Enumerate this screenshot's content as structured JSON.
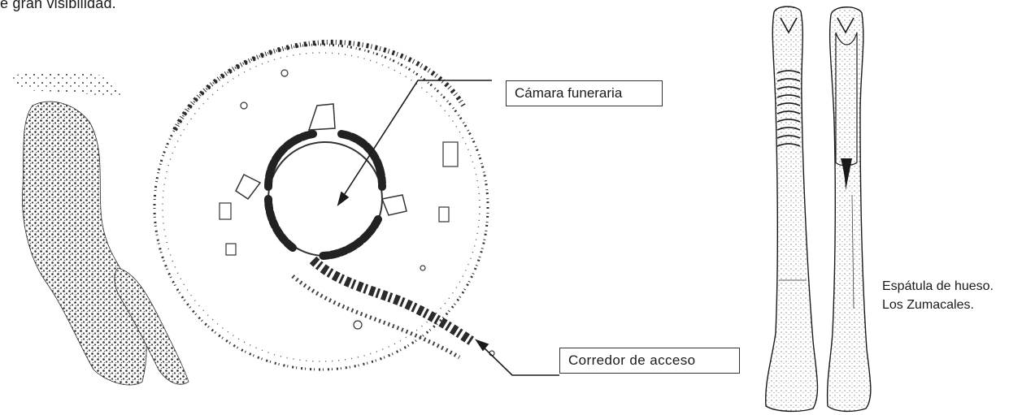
{
  "top_caption_fragment": "e gran visibilidad.",
  "plan": {
    "label_chamber": "Cámara funeraria",
    "label_corridor": "Corredor de acceso"
  },
  "artifact": {
    "caption_line1": "Espátula de hueso.",
    "caption_line2": "Los Zumacales."
  },
  "colors": {
    "ink": "#1a1a1a",
    "background": "#ffffff"
  }
}
